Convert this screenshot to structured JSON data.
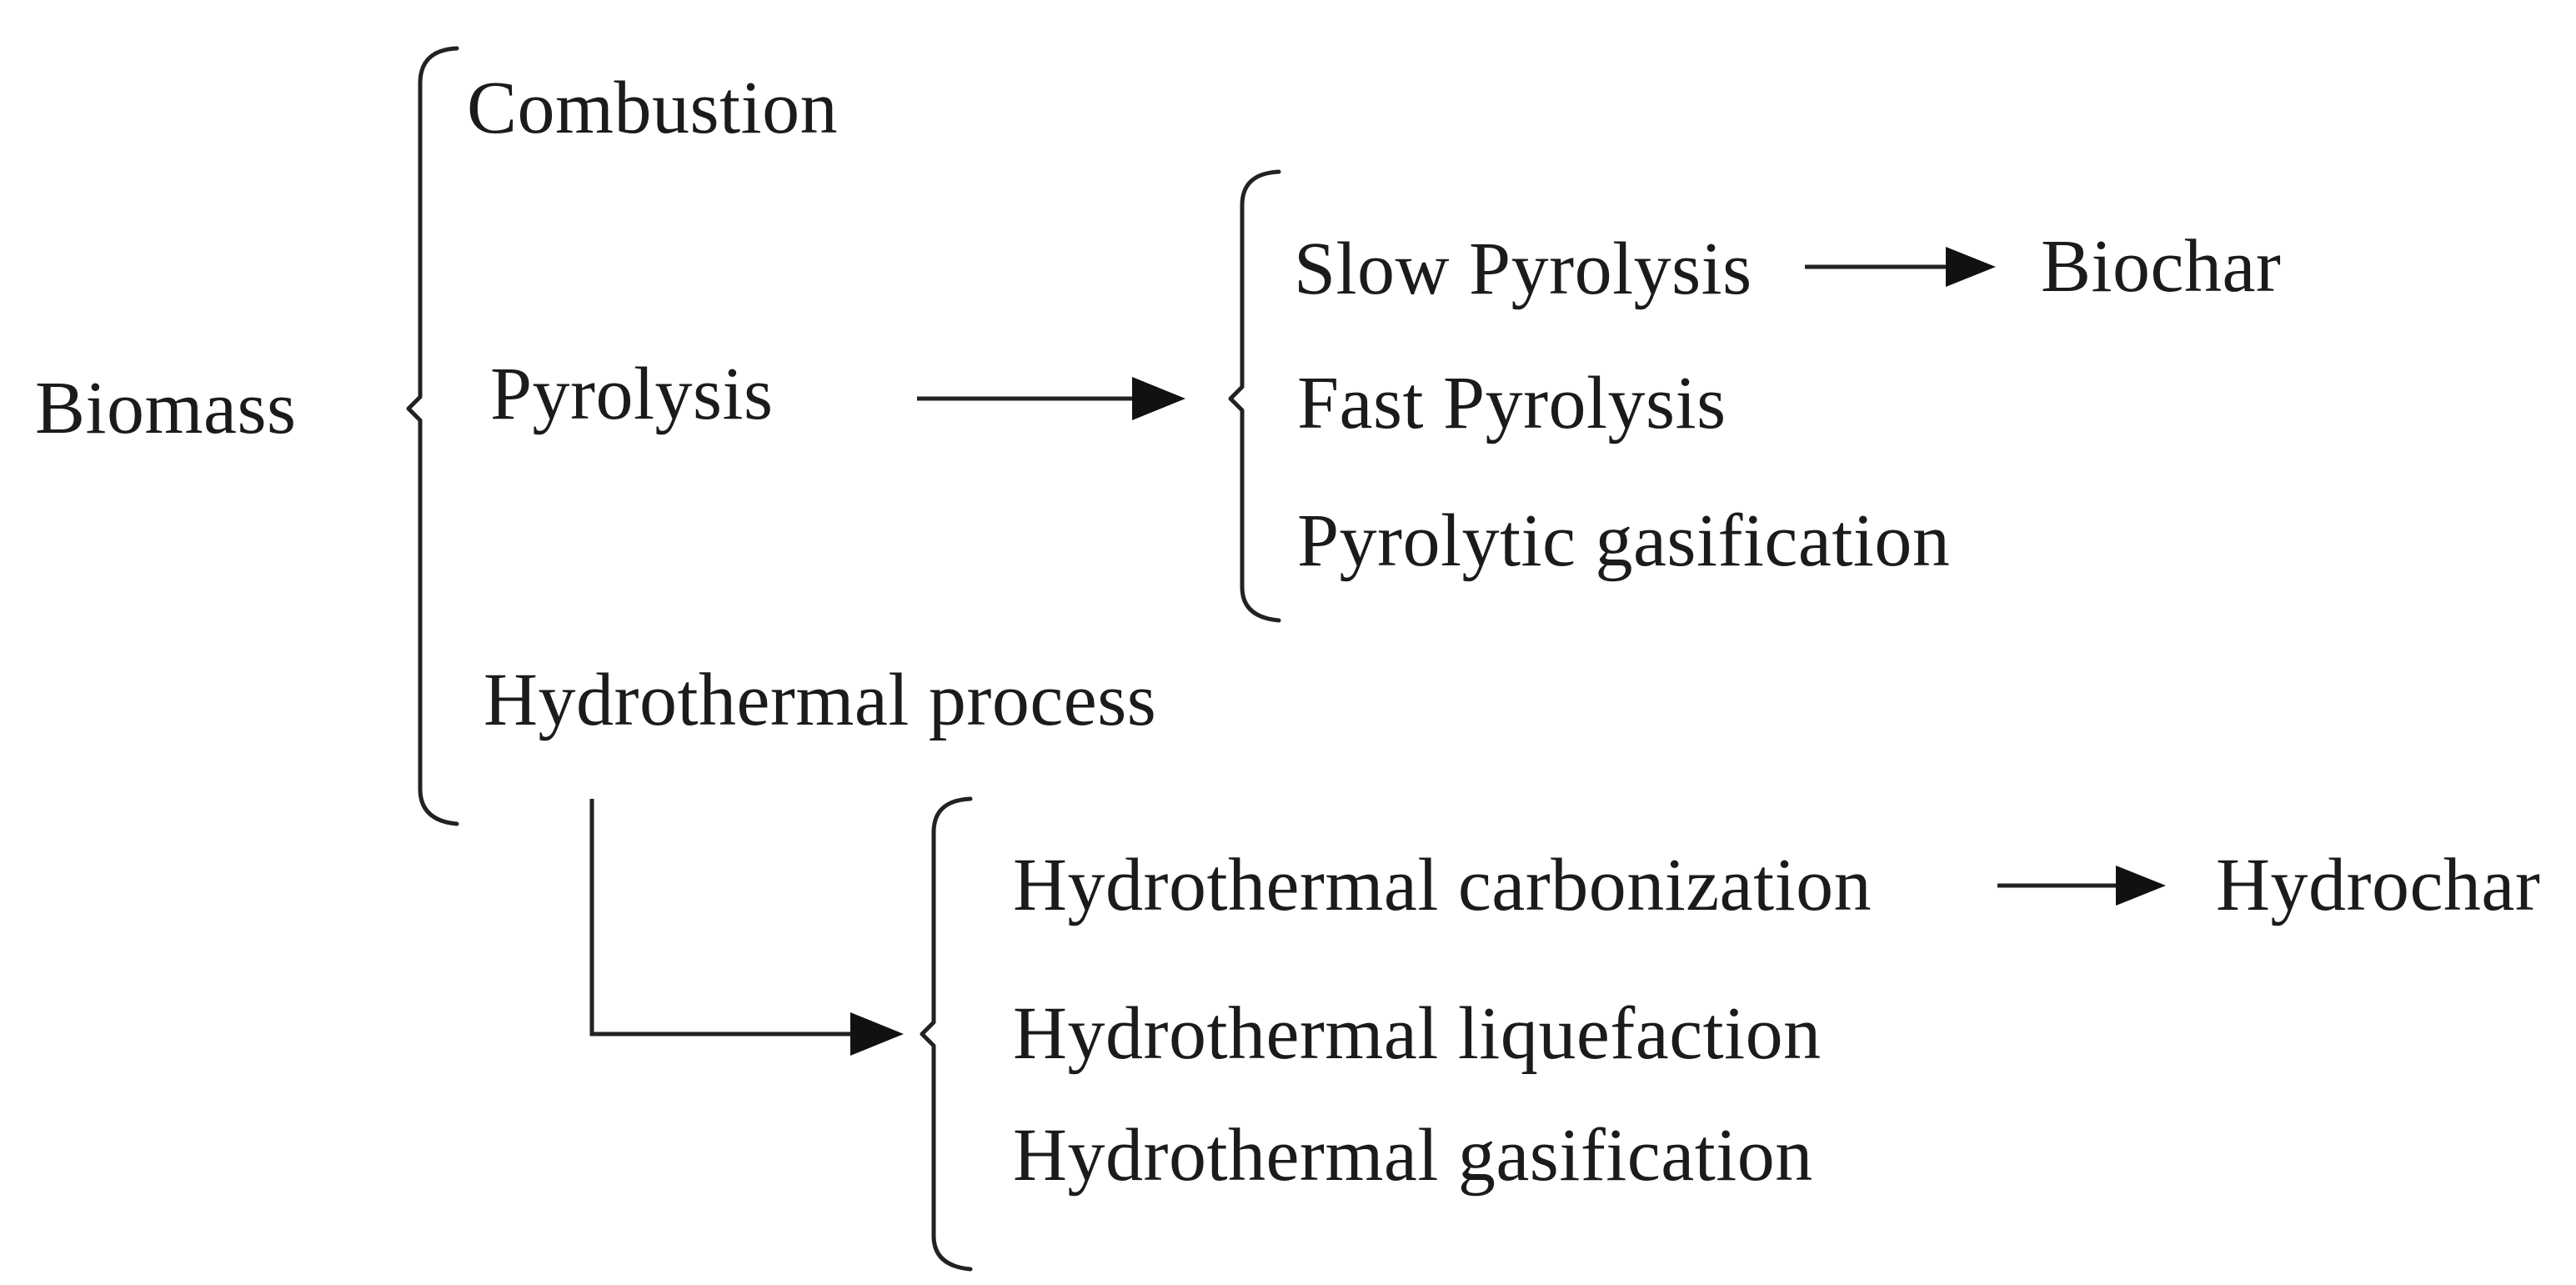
{
  "diagram": {
    "root": {
      "label": "Biomass"
    },
    "branches": [
      {
        "label": "Combustion"
      },
      {
        "label": "Pyrolysis"
      },
      {
        "label": "Hydrothermal process"
      }
    ],
    "pyrolysis_subtypes": [
      {
        "label": "Slow Pyrolysis"
      },
      {
        "label": "Fast Pyrolysis"
      },
      {
        "label": "Pyrolytic gasification"
      }
    ],
    "hydrothermal_subtypes": [
      {
        "label": "Hydrothermal carbonization"
      },
      {
        "label": "Hydrothermal liquefaction"
      },
      {
        "label": "Hydrothermal gasification"
      }
    ],
    "products": [
      {
        "label": "Biochar",
        "source": "Slow Pyrolysis"
      },
      {
        "label": "Hydrochar",
        "source": "Hydrothermal carbonization"
      }
    ],
    "colors": {
      "ink": "#1b1b1b",
      "background": "#ffffff"
    }
  }
}
